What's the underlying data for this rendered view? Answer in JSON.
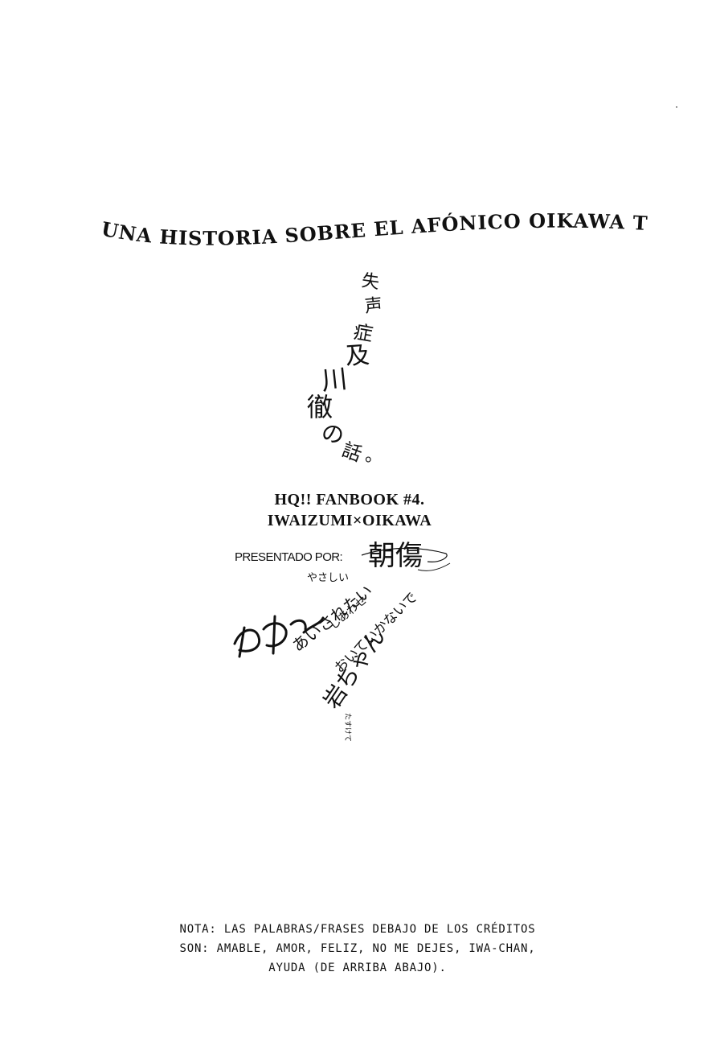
{
  "title_curved": "UNA HISTORIA SOBRE EL AFÓNICO OIKAWA TOORU.",
  "japanese_title": [
    "失",
    "声",
    "症",
    "及",
    "川",
    "徹",
    "の",
    "話",
    "。"
  ],
  "fanbook": {
    "line1": "HQ!! FANBOOK #4.",
    "line2": "IWAIZUMI×OIKAWA"
  },
  "credits": {
    "presented_label": "PRESENTADO POR:",
    "author_signature": "朝傷",
    "handwritten_words": [
      "やさしい",
      "あいされたい",
      "しあわせ",
      "おいていかないで",
      "岩ちゃん",
      "たすけて"
    ]
  },
  "note": {
    "line1": "NOTA: LAS PALABRAS/FRASES DEBAJO DE LOS CRÉDITOS",
    "line2": "SON: AMABLE, AMOR, FELIZ, NO ME DEJES, IWA-CHAN,",
    "line3": "AYUDA (DE ARRIBA ABAJO)."
  }
}
